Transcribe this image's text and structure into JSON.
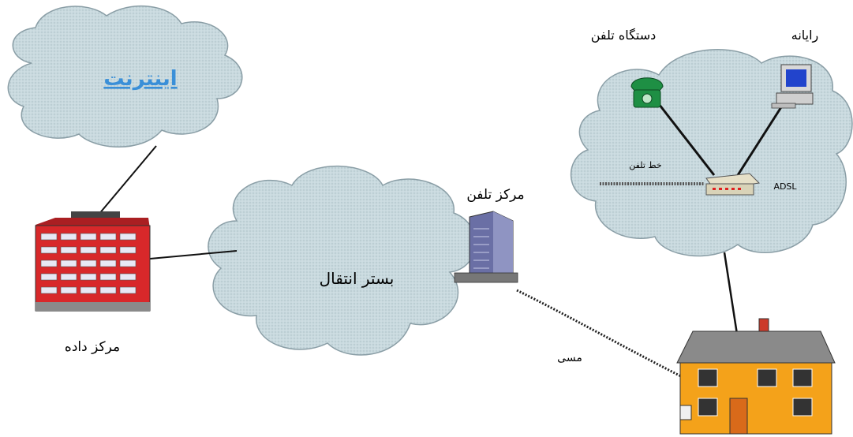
{
  "labels": {
    "internet": "اینترنت",
    "data_center": "مرکز داده",
    "transmission": "بستر انتقال",
    "telephone_center": "مرکز تلفن",
    "phone_device": "دستگاه تلفن",
    "computer": "رایانه",
    "phone_line": "خط تلفن",
    "adsl": "ADSL",
    "wire_label": "مسی"
  },
  "colors": {
    "cloud_fill": "#c7d8de",
    "cloud_stroke": "#8a9ea6",
    "internet_text": "#3a8fd8",
    "building_red": "#d8282a",
    "house_wall": "#f4a21a",
    "phone_green": "#1e8f44",
    "monitor_blue": "#2244cc"
  }
}
